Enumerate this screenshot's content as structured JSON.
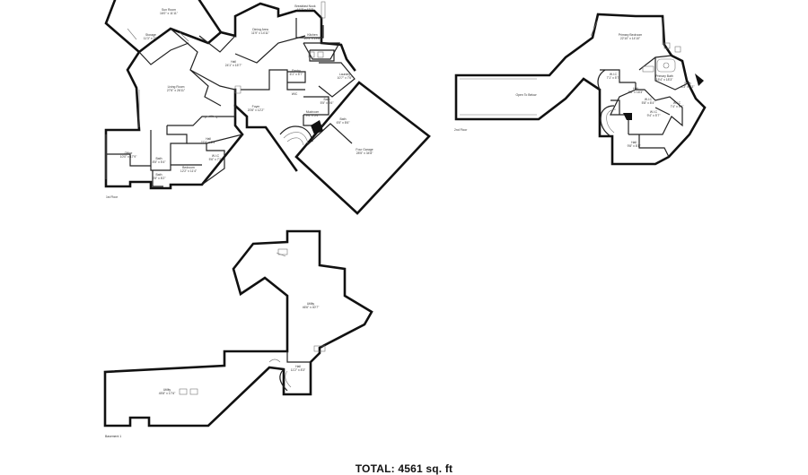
{
  "floors": {
    "first": {
      "label": "1st Floor"
    },
    "second": {
      "label": "2nd Floor"
    },
    "basement": {
      "label": "Basement 1"
    }
  },
  "rooms": {
    "sun_room": {
      "name": "Sun Room",
      "dim": "16'0\" x 11'11\""
    },
    "storage1": {
      "name": "Storage",
      "dim": "11'3\" x 7'6\""
    },
    "dining_area": {
      "name": "Dining Area",
      "dim": "11'9\" x 14'11\""
    },
    "breakfast_nook": {
      "name": "Breakfast Nook",
      "dim": "11'7\" x 12'7\""
    },
    "kitchen": {
      "name": "Kitchen",
      "dim": "20'1\" x 19'8\""
    },
    "living_room": {
      "name": "Living Room",
      "dim": "27'6\" x 26'11\""
    },
    "hall1": {
      "name": "Hall",
      "dim": "24'1\" x 15'7\""
    },
    "pantry": {
      "name": "Pantry",
      "dim": "6'1\" x 5'7\""
    },
    "laundry": {
      "name": "Laundry",
      "dim": "10'7\" x 7'6\""
    },
    "wic1": {
      "name": "WIC",
      "dim": ""
    },
    "foyer": {
      "name": "Foyer",
      "dim": "20'8\" x 12'2\""
    },
    "bath1": {
      "name": "Bath",
      "dim": "5'5\" x 8'6\""
    },
    "bath2": {
      "name": "Bath",
      "dim": "6'5\" x 8'6\""
    },
    "mudroom": {
      "name": "Mudroom",
      "dim": "9'4\" x 5'4\""
    },
    "hall2": {
      "name": "Hall",
      "dim": "27'0\" x 8'3\""
    },
    "office": {
      "name": "Office",
      "dim": "10'0\" x 17'9\""
    },
    "bath3": {
      "name": "Bath",
      "dim": "8'5\" x 5'4\""
    },
    "bath4": {
      "name": "Bath",
      "dim": "5'5\" x 8'2\""
    },
    "bedroom1": {
      "name": "Bedroom",
      "dim": "12'2\" x 11'4\""
    },
    "wic2": {
      "name": "W.I.C",
      "dim": "5'6\" x 7'2\""
    },
    "four_car_garage": {
      "name": "Four Garage",
      "dim": "28'5\" x 34'8\""
    },
    "open_below": {
      "name": "Open To Below",
      "dim": ""
    },
    "primary_bedroom": {
      "name": "Primary Bedroom",
      "dim": "22'10\" x 14'10\""
    },
    "wic3": {
      "name": "W.I.C",
      "dim": "7'1\" x 5'7\""
    },
    "primary_bath": {
      "name": "Primary Bath",
      "dim": "15'4\" x 18'3\""
    },
    "bath5": {
      "name": "Bath",
      "dim": "8'3\" x 5'3\""
    },
    "hall3": {
      "name": "Hall",
      "dim": "8'8\" x 16'3\""
    },
    "wic4": {
      "name": "W.I.C",
      "dim": "5'8\" x 8'4\""
    },
    "wic5": {
      "name": "W.I.C",
      "dim": "7'4\" x 5'4\""
    },
    "wic6": {
      "name": "W.I.C",
      "dim": "9'4\" x 5'7\""
    },
    "hall4": {
      "name": "Hall",
      "dim": "9'8\" x 8'1\""
    },
    "utility1": {
      "name": "Utility",
      "dim": "46'6\" x 40'7\""
    },
    "hall5": {
      "name": "Hall",
      "dim": "11'2\" x 8'3\""
    },
    "utility2": {
      "name": "Utility",
      "dim": "45'8\" x 17'6\""
    }
  },
  "total": "TOTAL: 4561 sq. ft"
}
